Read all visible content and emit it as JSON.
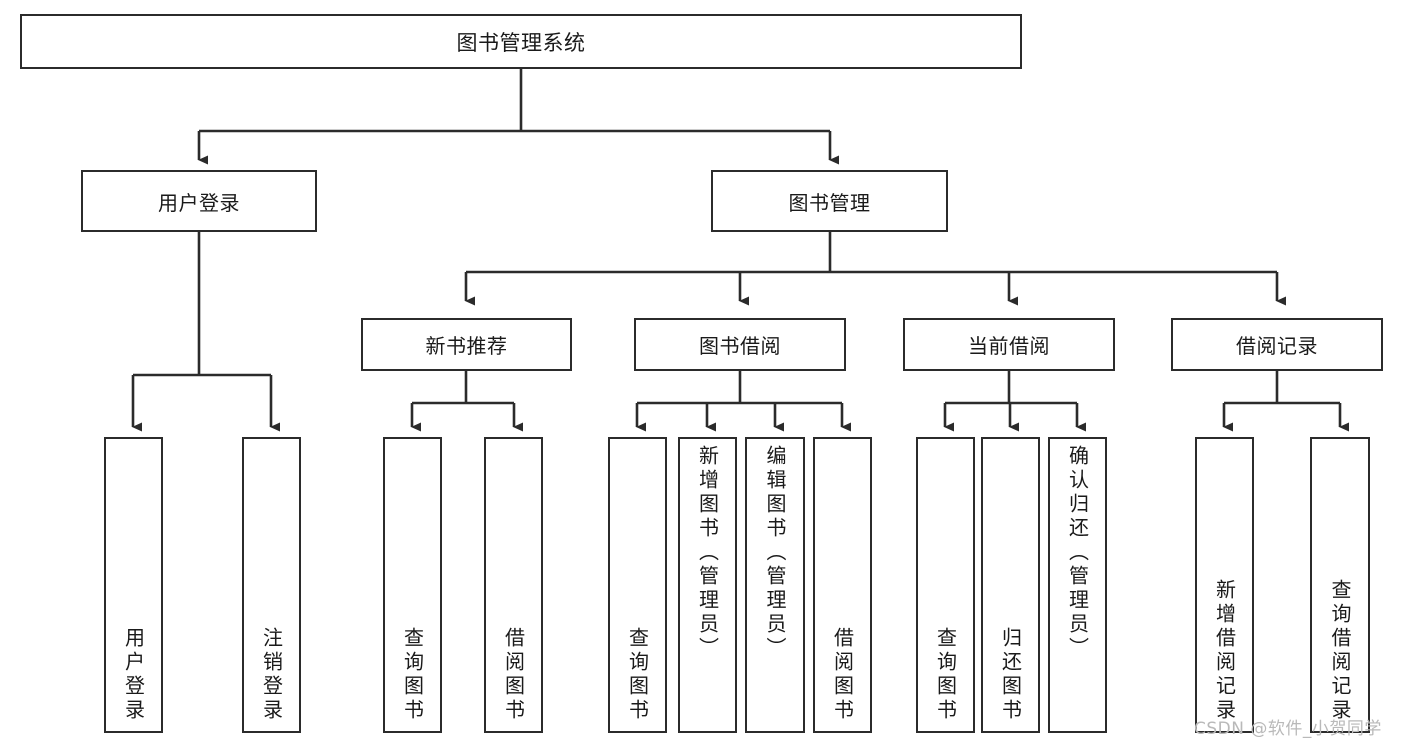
{
  "diagram": {
    "title": "图书管理系统",
    "type": "functional-structure-tree",
    "colors": {
      "node_border": "#2b2b2b",
      "node_fill": "#ffffff",
      "edge": "#2b2b2b",
      "text": "#1a1a1a",
      "watermark": "#b9b9b9",
      "background": "#ffffff"
    },
    "root": {
      "label": "图书管理系统"
    },
    "level1": [
      {
        "id": "user-login",
        "label": "用户登录"
      },
      {
        "id": "book-manage",
        "label": "图书管理"
      }
    ],
    "level2": [
      {
        "id": "new-book-rec",
        "label": "新书推荐",
        "parent": "book-manage"
      },
      {
        "id": "book-borrow",
        "label": "图书借阅",
        "parent": "book-manage"
      },
      {
        "id": "current-borrow",
        "label": "当前借阅",
        "parent": "book-manage"
      },
      {
        "id": "borrow-record",
        "label": "借阅记录",
        "parent": "book-manage"
      }
    ],
    "leaves": [
      {
        "id": "leaf-user-login",
        "label": "用户登录",
        "parent": "user-login"
      },
      {
        "id": "leaf-logout-login",
        "label": "注销登录",
        "parent": "user-login"
      },
      {
        "id": "leaf-query-book-1",
        "label": "查询图书",
        "parent": "new-book-rec"
      },
      {
        "id": "leaf-borrow-book-1",
        "label": "借阅图书",
        "parent": "new-book-rec"
      },
      {
        "id": "leaf-query-book-2",
        "label": "查询图书",
        "parent": "book-borrow"
      },
      {
        "id": "leaf-add-book",
        "label": "新增图书（管理员）",
        "parent": "book-borrow"
      },
      {
        "id": "leaf-edit-book",
        "label": "编辑图书（管理员）",
        "parent": "book-borrow"
      },
      {
        "id": "leaf-borrow-book-2",
        "label": "借阅图书",
        "parent": "book-borrow"
      },
      {
        "id": "leaf-query-book-3",
        "label": "查询图书",
        "parent": "current-borrow"
      },
      {
        "id": "leaf-return-book",
        "label": "归还图书",
        "parent": "current-borrow"
      },
      {
        "id": "leaf-confirm-return",
        "label": "确认归还（管理员）",
        "parent": "current-borrow"
      },
      {
        "id": "leaf-add-record",
        "label": "新增借阅记录",
        "parent": "borrow-record"
      },
      {
        "id": "leaf-query-record",
        "label": "查询借阅记录",
        "parent": "borrow-record"
      }
    ]
  },
  "watermark": {
    "text": "CSDN @软件_小贺同学"
  }
}
